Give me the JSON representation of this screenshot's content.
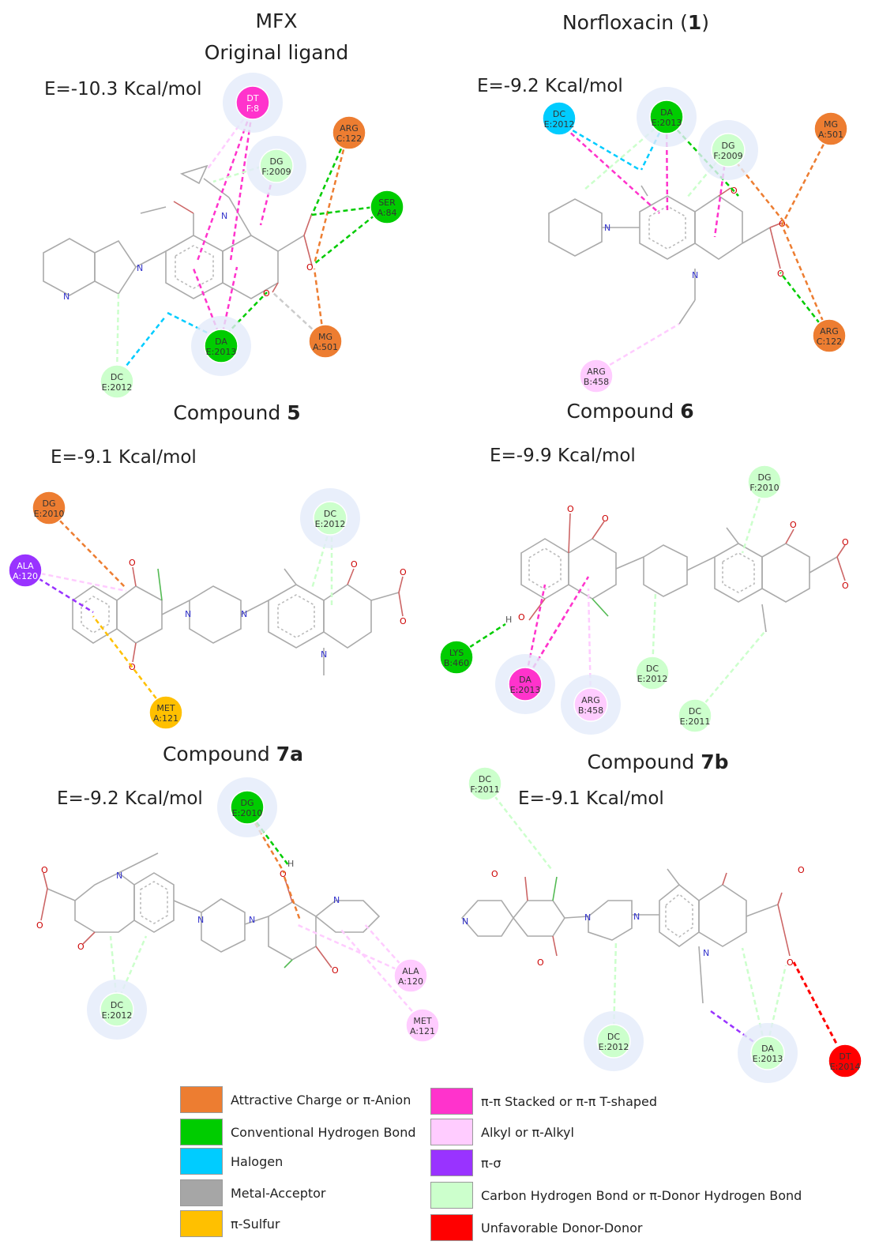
{
  "titles": {
    "mfx": "MFX",
    "mfx_sub": "Original ligand",
    "norfloxacin": "Norfloxacin (",
    "norfloxacin_num": "1",
    "norfloxacin_close": ")",
    "c5": "Compound ",
    "c5_num": "5",
    "c6": "Compound ",
    "c6_num": "6",
    "c7a": "Compound ",
    "c7a_num": "7a",
    "c7b": "Compound ",
    "c7b_num": "7b"
  },
  "energies": {
    "mfx": "E=-10.3 Kcal/mol",
    "norfloxacin": "E=-9.2 Kcal/mol",
    "c5": "E=-9.1 Kcal/mol",
    "c6": "E=-9.9 Kcal/mol",
    "c7a": "E=-9.2 Kcal/mol",
    "c7b": "E=-9.1 Kcal/mol"
  },
  "colors": {
    "attractive_charge": "#ED7D31",
    "conventional_hbond": "#00CC00",
    "halogen": "#00CCFF",
    "metal_acceptor": "#A6A6A6",
    "pi_sulfur": "#FFC000",
    "pi_stacked": "#FF33CC",
    "alkyl": "#FFCCFF",
    "pi_sigma": "#9933FF",
    "carbon_hbond": "#CCFFCC",
    "unfavorable": "#FF0000"
  },
  "residues": {
    "mfx": [
      {
        "l1": "DT",
        "l2": "F:8"
      },
      {
        "l1": "DG",
        "l2": "F:2009"
      },
      {
        "l1": "ARG",
        "l2": "C:122"
      },
      {
        "l1": "SER",
        "l2": "A:84"
      },
      {
        "l1": "DA",
        "l2": "E:2013"
      },
      {
        "l1": "MG",
        "l2": "A:501"
      },
      {
        "l1": "DC",
        "l2": "E:2012"
      }
    ],
    "norfloxacin": [
      {
        "l1": "DC",
        "l2": "E:2012"
      },
      {
        "l1": "DA",
        "l2": "E:2013"
      },
      {
        "l1": "DG",
        "l2": "F:2009"
      },
      {
        "l1": "MG",
        "l2": "A:501"
      },
      {
        "l1": "ARG",
        "l2": "C:122"
      },
      {
        "l1": "ARG",
        "l2": "B:458"
      }
    ],
    "c5": [
      {
        "l1": "DG",
        "l2": "E:2010"
      },
      {
        "l1": "DC",
        "l2": "E:2012"
      },
      {
        "l1": "ALA",
        "l2": "A:120"
      },
      {
        "l1": "MET",
        "l2": "A:121"
      }
    ],
    "c6": [
      {
        "l1": "DG",
        "l2": "F:2010"
      },
      {
        "l1": "LYS",
        "l2": "B:460"
      },
      {
        "l1": "DA",
        "l2": "E:2013"
      },
      {
        "l1": "ARG",
        "l2": "B:458"
      },
      {
        "l1": "DC",
        "l2": "E:2012"
      },
      {
        "l1": "DC",
        "l2": "E:2011"
      }
    ],
    "c7a": [
      {
        "l1": "DG",
        "l2": "E:2010"
      },
      {
        "l1": "DC",
        "l2": "E:2012"
      },
      {
        "l1": "ALA",
        "l2": "A:120"
      },
      {
        "l1": "MET",
        "l2": "A:121"
      }
    ],
    "c7b": [
      {
        "l1": "DC",
        "l2": "F:2011"
      },
      {
        "l1": "DC",
        "l2": "E:2012"
      },
      {
        "l1": "DA",
        "l2": "E:2013"
      },
      {
        "l1": "DT",
        "l2": "E:2014"
      }
    ]
  },
  "atoms": {
    "N": "N",
    "O": "O",
    "H": "H"
  },
  "legend": [
    {
      "label": "Attractive Charge or π-Anion",
      "color": "#ED7D31"
    },
    {
      "label": "Conventional Hydrogen Bond",
      "color": "#00CC00"
    },
    {
      "label": "Halogen",
      "color": "#00CCFF"
    },
    {
      "label": "Metal-Acceptor",
      "color": "#A6A6A6"
    },
    {
      "label": "π-Sulfur",
      "color": "#FFC000"
    },
    {
      "label": "π-π Stacked or π-π T-shaped",
      "color": "#FF33CC"
    },
    {
      "label": "Alkyl or π-Alkyl",
      "color": "#FFCCFF"
    },
    {
      "label": "π-σ",
      "color": "#9933FF"
    },
    {
      "label": "Carbon Hydrogen Bond or π-Donor Hydrogen Bond",
      "color": "#CCFFCC"
    },
    {
      "label": "Unfavorable Donor-Donor",
      "color": "#FF0000"
    }
  ]
}
